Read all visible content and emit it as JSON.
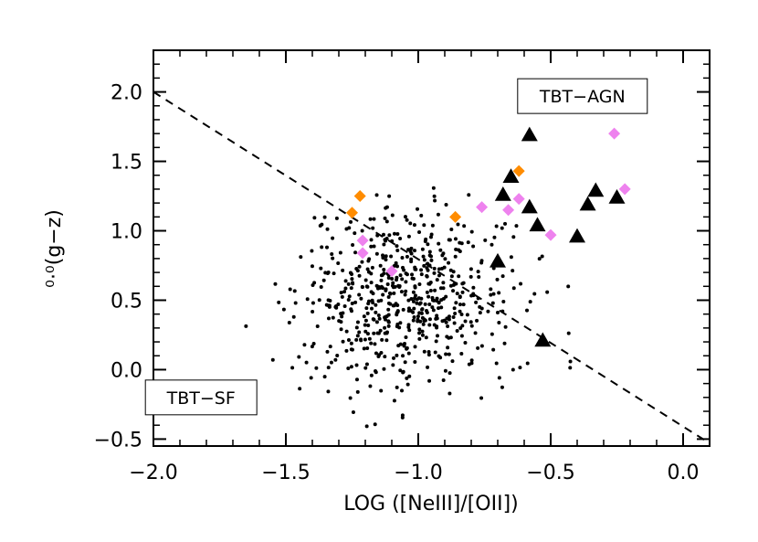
{
  "chart_data": {
    "type": "scatter",
    "xlabel": "LOG ([NeIII]/[OII])",
    "ylabel": "⁰·⁰(g−z)",
    "xlim": [
      -2.0,
      0.1
    ],
    "ylim": [
      -0.55,
      2.3
    ],
    "x_ticks": [
      "−2.0",
      "−1.5",
      "−1.0",
      "−0.5",
      "0.0"
    ],
    "x_tick_values": [
      -2.0,
      -1.5,
      -1.0,
      -0.5,
      0.0
    ],
    "y_ticks": [
      "−0.5",
      "0.0",
      "0.5",
      "1.0",
      "1.5",
      "2.0"
    ],
    "y_tick_values": [
      -0.5,
      0.0,
      0.5,
      1.0,
      1.5,
      2.0
    ],
    "grid": false,
    "annotations": [
      {
        "text": "TBT−AGN",
        "x": -0.38,
        "y": 1.97
      },
      {
        "text": "TBT−SF",
        "x": -1.82,
        "y": -0.2
      }
    ],
    "dividing_line": {
      "style": "dashed",
      "points": [
        [
          -2.0,
          2.0
        ],
        [
          0.1,
          -0.53
        ]
      ]
    },
    "series": [
      {
        "marker": "dot",
        "color": "#000000",
        "cloud": {
          "seed": 7,
          "count": 620,
          "center": [
            -1.05,
            0.5
          ],
          "spread": [
            0.2,
            0.32
          ],
          "xrange": [
            -1.92,
            -0.02
          ],
          "yrange": [
            -0.5,
            1.8
          ]
        }
      },
      {
        "marker": "diamond",
        "color": "#ff8c00",
        "points": [
          [
            -1.22,
            1.25
          ],
          [
            -1.25,
            1.13
          ],
          [
            -0.86,
            1.1
          ],
          [
            -0.62,
            1.43
          ]
        ]
      },
      {
        "marker": "diamond",
        "color": "#ee82ee",
        "points": [
          [
            -1.21,
            0.93
          ],
          [
            -1.21,
            0.84
          ],
          [
            -1.1,
            0.71
          ],
          [
            -0.76,
            1.17
          ],
          [
            -0.66,
            1.15
          ],
          [
            -0.62,
            1.23
          ],
          [
            -0.5,
            0.97
          ],
          [
            -0.26,
            1.7
          ],
          [
            -0.22,
            1.3
          ]
        ]
      },
      {
        "marker": "triangle",
        "color": "#000000",
        "points": [
          [
            -0.58,
            1.69
          ],
          [
            -0.65,
            1.39
          ],
          [
            -0.68,
            1.26
          ],
          [
            -0.58,
            1.17
          ],
          [
            -0.55,
            1.04
          ],
          [
            -0.4,
            0.96
          ],
          [
            -0.36,
            1.19
          ],
          [
            -0.33,
            1.29
          ],
          [
            -0.25,
            1.24
          ],
          [
            -0.7,
            0.78
          ],
          [
            -0.53,
            0.21
          ]
        ]
      }
    ]
  }
}
